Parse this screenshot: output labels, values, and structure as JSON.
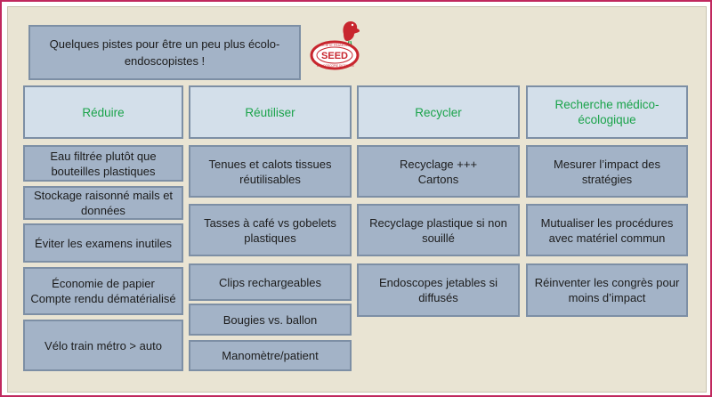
{
  "title": "Quelques pistes pour être un peu plus écolo-\nendoscopistes !",
  "logo": {
    "text": "SEED",
    "top_text": "SOCIETE FRANCAISE",
    "bottom_text": "D'ENDOSCOPIE DIGESTIVE",
    "bird_color": "#c8262e",
    "ring_color": "#c8262e"
  },
  "columns": [
    {
      "header": "Réduire",
      "items": [
        "Eau filtrée plutôt que\nbouteilles plastiques",
        "Stockage raisonné mails et\ndonnées",
        "Éviter les examens inutiles",
        "Économie de papier\nCompte rendu dématérialisé",
        "Vélo train métro > auto"
      ]
    },
    {
      "header": "Réutiliser",
      "items": [
        "Tenues et calots tissues\nréutilisables",
        "Tasses à café vs gobelets\nplastiques",
        "Clips rechargeables",
        "Bougies vs. ballon",
        "Manomètre/patient"
      ]
    },
    {
      "header": "Recycler",
      "items": [
        "Recyclage +++\nCartons",
        "Recyclage plastique si non\nsouillé",
        "Endoscopes jetables si\ndiffusés"
      ]
    },
    {
      "header": "Recherche médico-\nécologique",
      "items": [
        "Mesurer l’impact des\nstratégies",
        "Mutualiser les procédures\navec matériel commun",
        "Réinventer les congrès pour\nmoins d’impact"
      ]
    }
  ]
}
